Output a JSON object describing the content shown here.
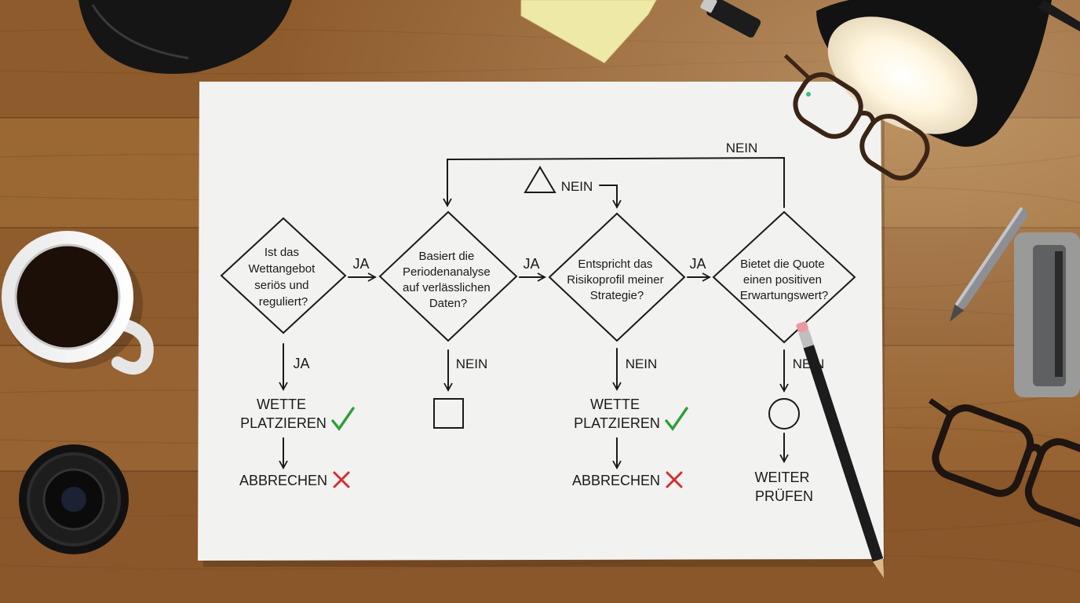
{
  "colors": {
    "paper": "#f2f2f0",
    "ink": "#1a1a1a",
    "wood": "#94602f",
    "check": "#2e9e3a",
    "cross": "#d32f2f",
    "coffee": "#1b0f08",
    "sticky_note": "#efe9a8"
  },
  "flowchart": {
    "decisions": [
      {
        "lines": [
          "Ist das",
          "Wettangebot",
          "seriös und",
          "reguliert?"
        ]
      },
      {
        "lines": [
          "Basiert die",
          "Periodenanalyse",
          "auf verlässlichen",
          "Daten?"
        ]
      },
      {
        "lines": [
          "Entspricht das",
          "Risikoprofil meiner",
          "Strategie?"
        ]
      },
      {
        "lines": [
          "Bietet die Quote",
          "einen positiven",
          "Erwartungswert?"
        ]
      }
    ],
    "edge_labels": {
      "ja_1": "JA",
      "ja_2": "JA",
      "ja_3": "JA",
      "ja_down": "JA",
      "nein_top": "NEIN",
      "nein_triangle": "NEIN",
      "nein_2": "NEIN",
      "nein_3": "NEIN",
      "nein_4": "NEIN"
    },
    "outcomes": {
      "place_1": [
        "WETTE",
        "PLATZIEREN"
      ],
      "abort_1": "ABBRECHEN",
      "place_3": [
        "WETTE",
        "PLATZIEREN"
      ],
      "abort_3": "ABBRECHEN",
      "continue_4": [
        "WEITER",
        "PRÜFEN"
      ]
    },
    "icons": {
      "check": "check-mark-icon",
      "cross": "cross-mark-icon",
      "square": "square-shape",
      "circle": "circle-shape",
      "triangle": "triangle-shape"
    }
  }
}
